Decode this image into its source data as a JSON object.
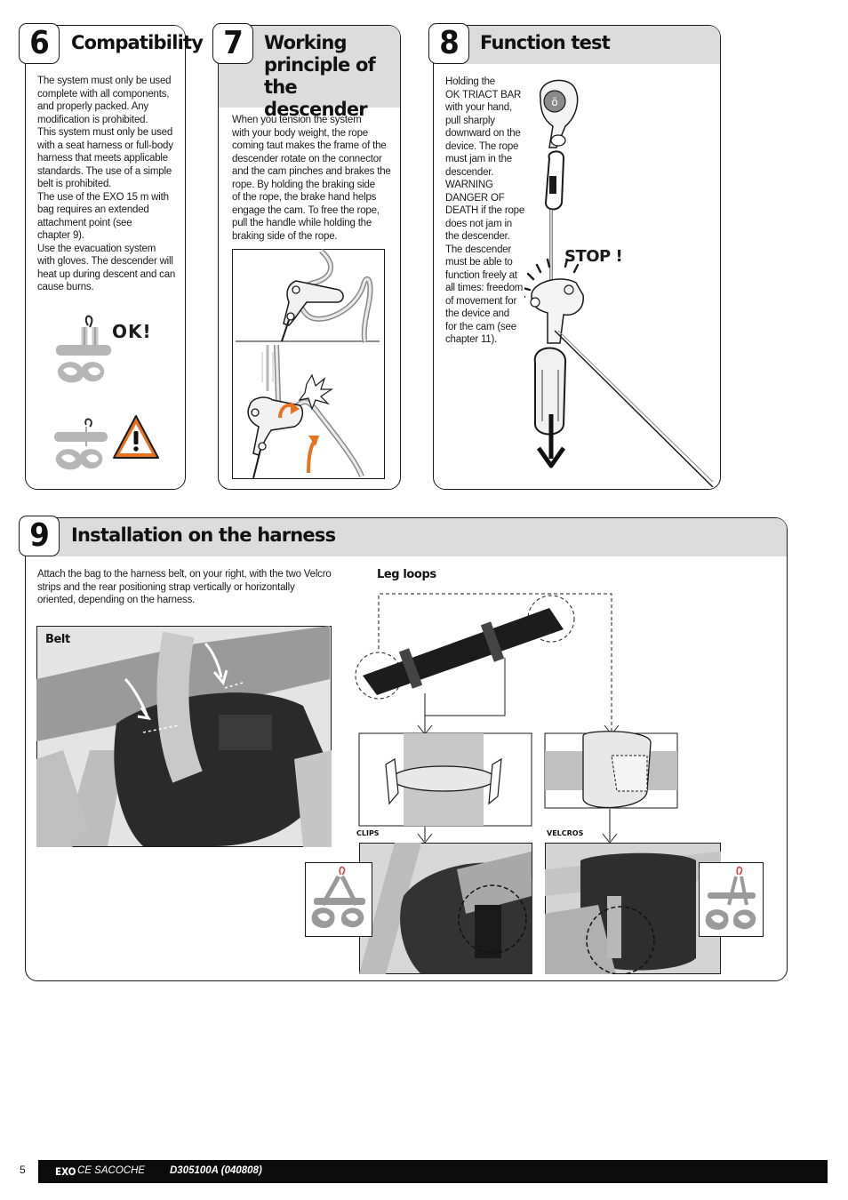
{
  "sections": {
    "s6": {
      "number": "6",
      "title": "Compatibility",
      "text": "The system must only be used\ncomplete with all components,\nand properly packed. Any\nmodification is prohibited.\nThis system must only be used\nwith a seat harness or full-body\nharness that meets applicable\nstandards. The use of a simple\nbelt is prohibited.\nThe use of the EXO 15 m with\nbag requires an extended\nattachment point (see\nchapter 9).\nUse the evacuation system\nwith gloves. The descender will\nheat up during descent and can\ncause burns.",
      "ok_label": "OK!"
    },
    "s7": {
      "number": "7",
      "title": "Working\nprinciple of the\ndescender",
      "text": "When you tension the system\nwith your body weight, the rope\ncoming taut makes the frame of the\ndescender rotate on the connector\nand the cam pinches and brakes the\nrope. By holding the braking side\nof the rope, the brake hand helps\nengage the cam. To free the rope,\npull the handle while holding the\nbraking side of the rope."
    },
    "s8": {
      "number": "8",
      "title": "Function test",
      "text": "Holding the\nOK TRIACT BAR\nwith your hand,\npull sharply\ndownward on the\ndevice. The rope\nmust jam in the\ndescender.\nWARNING\nDANGER OF\nDEATH if the rope\ndoes not jam in\nthe descender.\nThe descender\nmust be able to\nfunction freely at\nall times: freedom\nof movement for\nthe device and\nfor the cam (see\nchapter 11).",
      "stop_label": "STOP !"
    },
    "s9": {
      "number": "9",
      "title": "Installation on the harness",
      "text": "Attach the bag to the harness belt, on your right, with the two Velcro\nstrips and the rear positioning strap vertically or horizontally\noriented, depending on the harness.",
      "belt_label": "Belt",
      "leg_loops_label": "Leg loops",
      "clips_label": "CLIPS",
      "velcros_label": "VELCROS"
    }
  },
  "footer": {
    "page_number": "5",
    "product": "EXO",
    "product_sub": "CE SACOCHE",
    "reference": "D305100A (040808)"
  },
  "colors": {
    "header_gray": "#dcdcdc",
    "arrow_orange": "#e8731c",
    "warning_orange": "#e8731c",
    "footer_black": "#0b0b0b"
  }
}
